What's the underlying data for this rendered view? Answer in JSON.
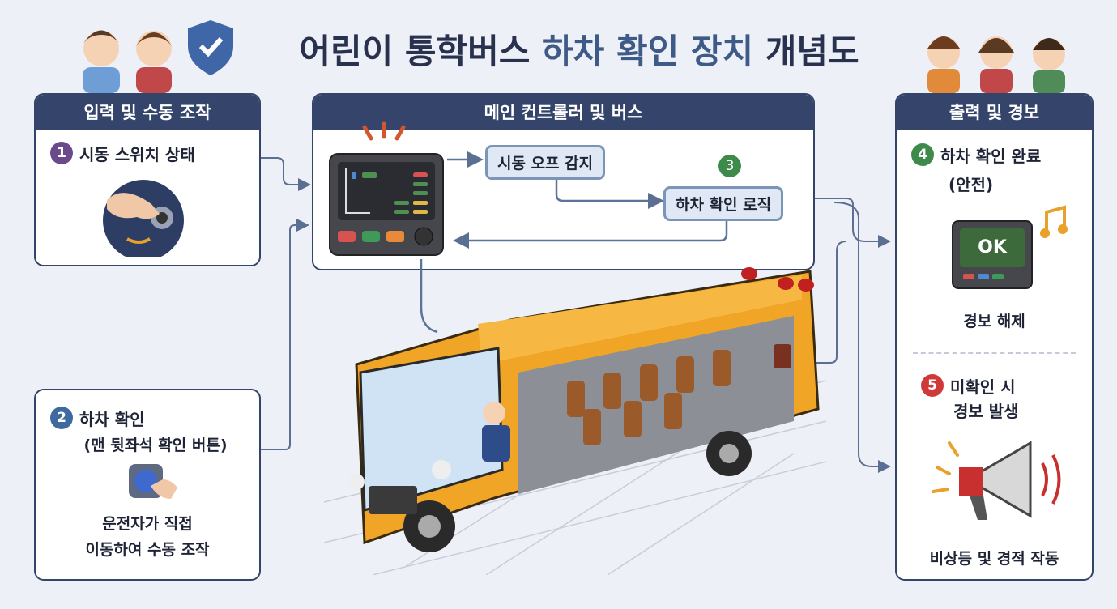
{
  "title": {
    "part1": "어린이 통학버스 ",
    "highlight": "하차 확인 장치",
    "part2": " 개념도"
  },
  "input_panel": {
    "header": "입력 및 수동 조작",
    "step1": {
      "num": "1",
      "label": "시동 스위치 상태"
    }
  },
  "manual_panel": {
    "step2": {
      "num": "2",
      "label": "하차 확인",
      "sub": "(맨 뒷좌석 확인 버튼)"
    },
    "note_line1": "운전자가 직접",
    "note_line2": "이동하여 수동 조작"
  },
  "controller_panel": {
    "header": "메인 컨트롤러 및 버스",
    "detect": "시동 오프 감지",
    "step3_num": "3",
    "logic": "하차 확인 로직"
  },
  "output_panel": {
    "header": "출력 및 경보",
    "step4": {
      "num": "4",
      "label": "하차 확인 완료",
      "sub": "(안전)"
    },
    "ok_display": "OK",
    "release": "경보 해제",
    "step5": {
      "num": "5",
      "label": "미확인 시",
      "sub": "경보 발생"
    },
    "alarm": "비상등 및 경적 작동"
  },
  "colors": {
    "navy": "#34446a",
    "bus": "#f0a526",
    "step1": "#6b4a8c",
    "step2": "#3e6aa0",
    "step3": "#3d8a4a",
    "step4": "#3d8a4a",
    "step5": "#d0393a"
  }
}
